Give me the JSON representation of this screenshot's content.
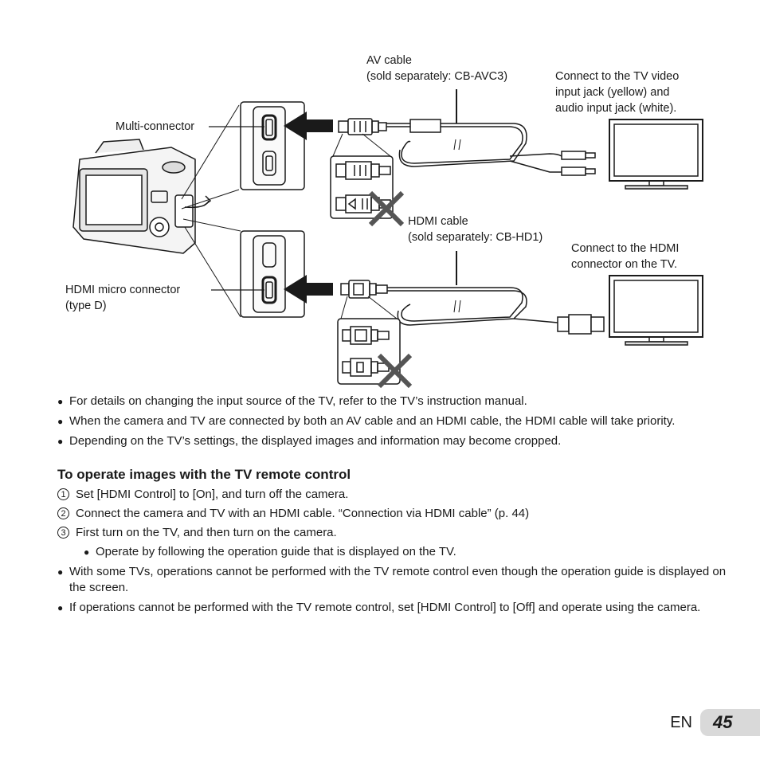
{
  "figure": {
    "av_cable_label": "AV cable",
    "av_cable_sold": "(sold separately: CB-AVC3)",
    "tv_video_note": [
      "Connect to the TV video",
      "input jack (yellow) and",
      "audio input jack (white)."
    ],
    "multi_connector": "Multi-connector",
    "hdmi_cable_label": "HDMI cable",
    "hdmi_cable_sold": "(sold separately: CB-HD1)",
    "tv_hdmi_note": [
      "Connect to the HDMI",
      "connector on the TV."
    ],
    "hdmi_micro_label": [
      "HDMI micro connector",
      "(type D)"
    ]
  },
  "notes": [
    "For details on changing the input source of the TV, refer to the TV’s instruction manual.",
    "When the camera and TV are connected by both an AV cable and an HDMI cable, the HDMI cable will take priority.",
    "Depending on the TV’s settings, the displayed images and information may become cropped."
  ],
  "section": {
    "heading": "To operate images with the TV remote control",
    "steps": [
      {
        "num": "1",
        "text": "Set [HDMI Control] to [On], and turn off the camera."
      },
      {
        "num": "2",
        "text": "Connect the camera and TV with an HDMI cable. “Connection via HDMI cable” (p. 44)"
      },
      {
        "num": "3",
        "text": "First turn on the TV, and then turn on the camera."
      }
    ],
    "sub_note": "Operate by following the operation guide that is displayed on the TV.",
    "notes": [
      "With some TVs, operations cannot be performed with the TV remote control even though the operation guide is displayed on the screen.",
      "If operations cannot be performed with the TV remote control, set [HDMI Control] to [Off] and operate using the camera."
    ]
  },
  "footer": {
    "lang": "EN",
    "page": "45"
  }
}
